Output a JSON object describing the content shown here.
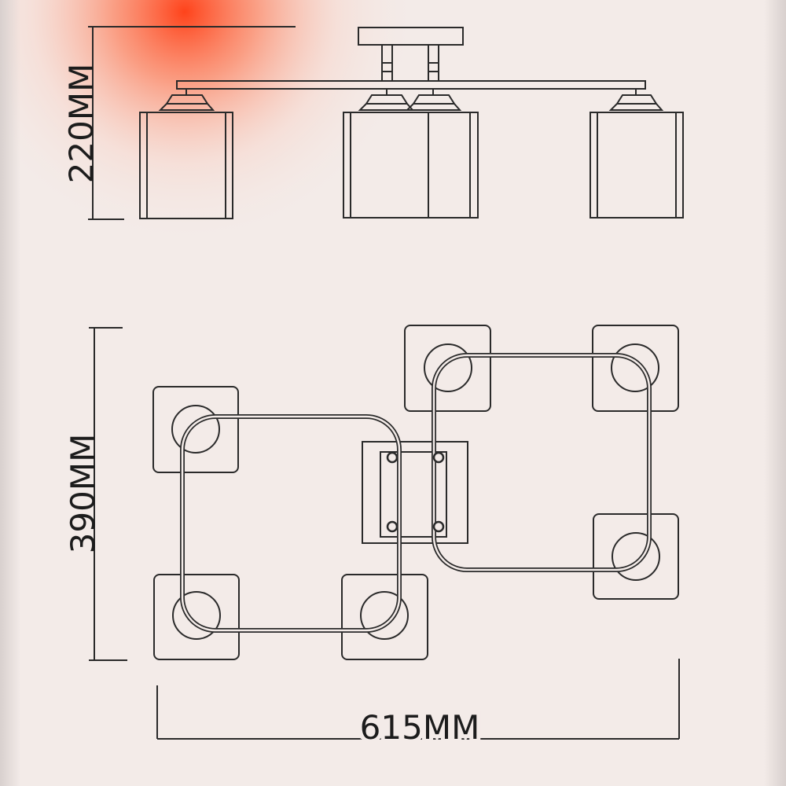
{
  "dimensions": {
    "height": "220MM",
    "depth": "390MM",
    "width": "615MM"
  },
  "colors": {
    "line": "#2a2a2a",
    "paper": "#f3ebe8",
    "glow": "#ff4a1c"
  }
}
